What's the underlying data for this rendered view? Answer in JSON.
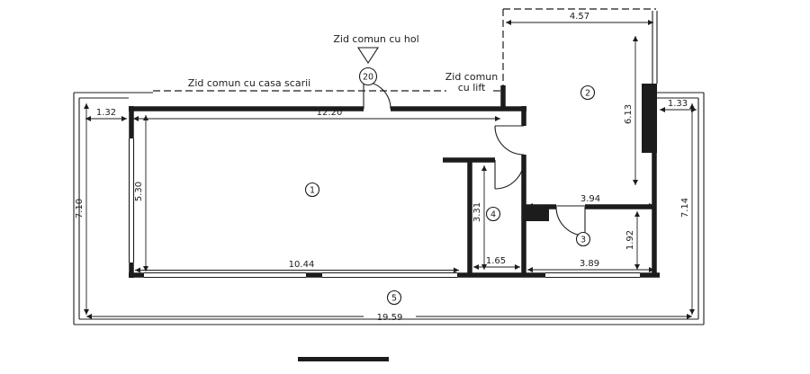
{
  "drawing": {
    "background": "#ffffff",
    "ink": "#1c1c1c"
  },
  "labels": {
    "common_wall_hall": "Zid comun cu hol",
    "common_wall_staircase": "Zid comun cu casa scarii",
    "common_wall_lift_line1": "Zid comun",
    "common_wall_lift_line2": "cu lift",
    "apartment_number": "20"
  },
  "rooms": [
    {
      "number": "1"
    },
    {
      "number": "2"
    },
    {
      "number": "3"
    },
    {
      "number": "4"
    },
    {
      "number": "5"
    }
  ],
  "dimensions": {
    "balcony_left_offset": "1.32",
    "room1_top_width": "12.20",
    "room2_top_width": "4.57",
    "balcony_right_offset": "1.33",
    "room2_height": "6.13",
    "outer_left_length": "7.10",
    "outer_right_length": "7.14",
    "room1_left_height": "5.30",
    "room4_height": "3.31",
    "room2_bottom_width": "3.94",
    "room3_height": "1.92",
    "room4_width": "1.65",
    "room3_width": "3.89",
    "room1_bottom_width": "10.44",
    "total_bottom_length": "19.59"
  },
  "icons": {
    "entrance_marker": "triangle-down"
  }
}
